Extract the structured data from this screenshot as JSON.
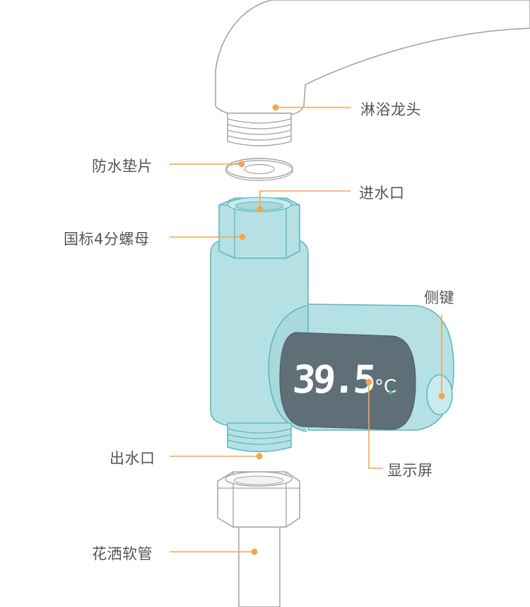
{
  "labels": {
    "shower_faucet": "淋浴龙头",
    "washer": "防水垫片",
    "water_inlet": "进水口",
    "nut": "国标4分螺母",
    "side_button": "侧键",
    "water_outlet": "出水口",
    "display": "显示屏",
    "hose": "花洒软管"
  },
  "display": {
    "temperature": "39.5",
    "unit": "°C"
  },
  "colors": {
    "callout": "#F5A54A",
    "device_body": "#B6E1E4",
    "device_outline": "#5FB8BF",
    "screen": "#5E6F78",
    "metal_outline": "#9A9A9A"
  }
}
